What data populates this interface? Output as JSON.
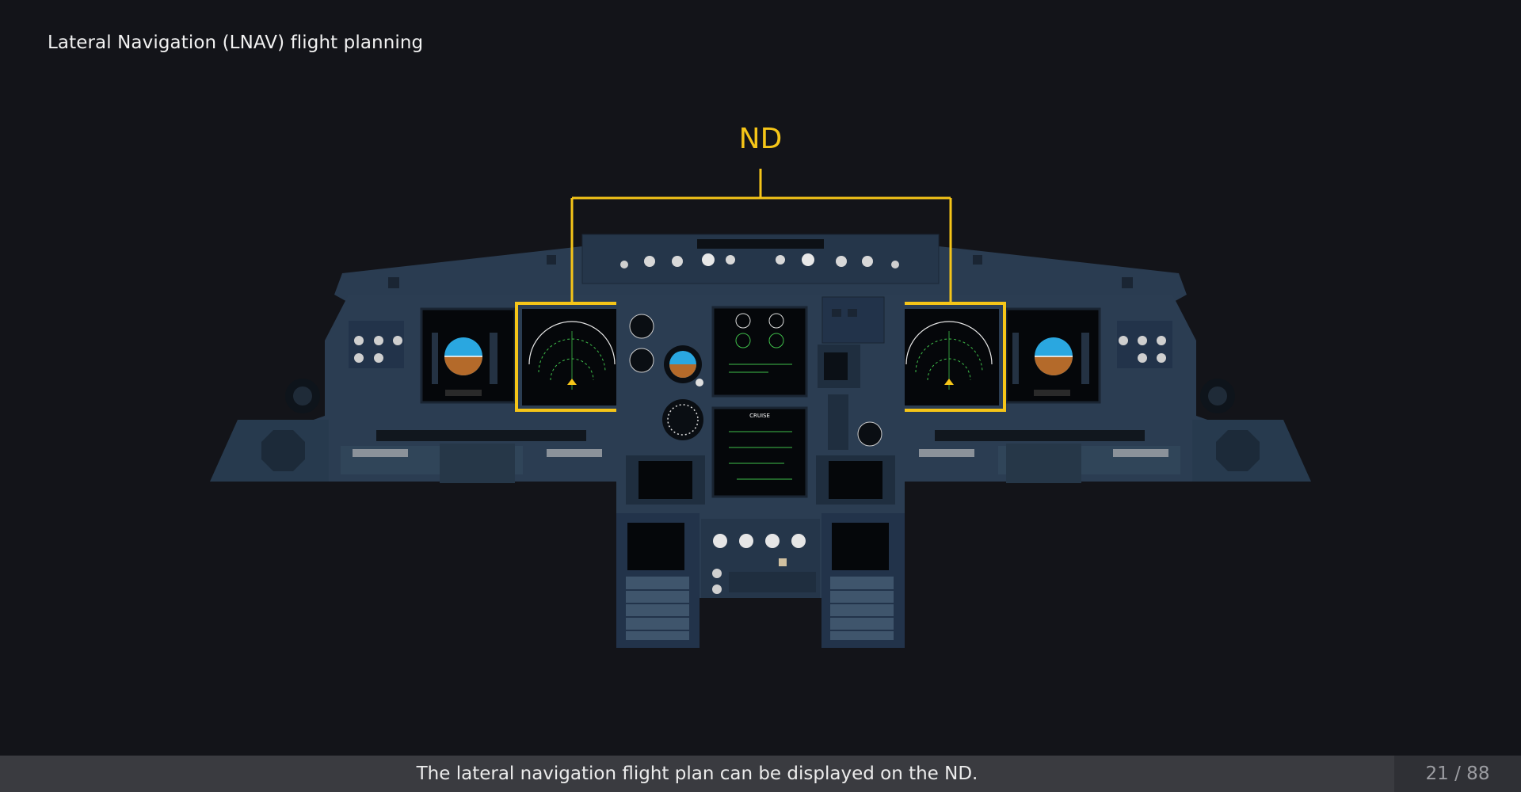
{
  "slide": {
    "title": "Lateral Navigation (LNAV) flight planning",
    "callout_label": "ND",
    "caption": "The lateral navigation flight plan can be displayed on the ND.",
    "page_counter": "21 / 88"
  },
  "ecam": {
    "mode": "CRUISE"
  },
  "colors": {
    "background": "#131419",
    "panel": "#2b3d52",
    "highlight": "#f5c518",
    "footer": "#3a3b40"
  }
}
